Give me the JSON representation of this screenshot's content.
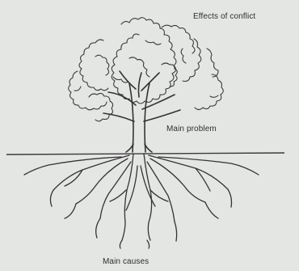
{
  "diagram": {
    "labels": {
      "effects": "Effects of conflict",
      "problem": "Main problem",
      "causes": "Main causes"
    }
  }
}
